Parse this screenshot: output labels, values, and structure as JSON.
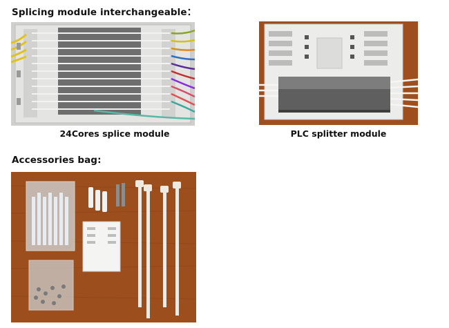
{
  "section_splicing": {
    "heading": "Splicing module interchangeable："
  },
  "splice_photo": {
    "caption": "24Cores splice module"
  },
  "plc_photo": {
    "caption": "PLC splitter module"
  },
  "section_accessories": {
    "heading": "Accessories bag:"
  },
  "colors": {
    "wood": "#9a4e1c",
    "tray": "#d8d8d6",
    "module": "#6f6f6f"
  }
}
